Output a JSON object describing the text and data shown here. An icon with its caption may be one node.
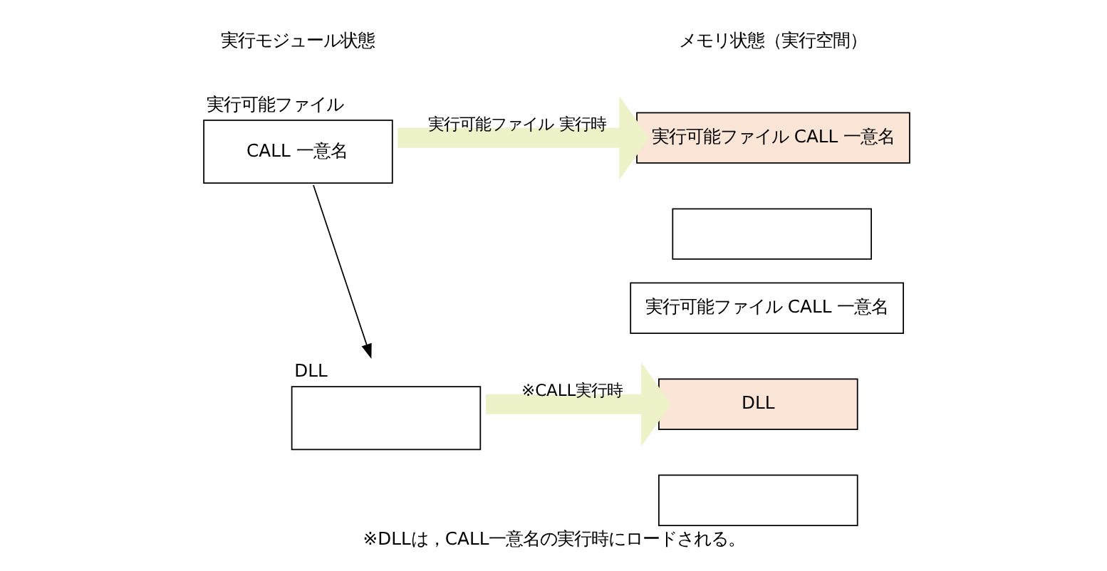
{
  "diagram": {
    "caption": "※DLLは，CALL一意名の実行時にロードされる。",
    "nodes": [
      {
        "text": [
          "実行可能ファイル",
          "CALL 一意名"
        ]
      },
      {
        "text": [
          "実行可能ファイル CALL 一意名"
        ]
      },
      {
        "text": [],
        "shape": "box"
      },
      {
        "text": [
          "DLL"
        ]
      },
      {
        "text": [
          "実行可能ファイル CALL 一意名"
        ]
      },
      {
        "text": [
          "DLL"
        ]
      },
      {
        "text": [],
        "shape": "box"
      }
    ],
    "edges": [
      {
        "from": 0,
        "to": 3,
        "arrow": "to",
        "color": "#000000"
      },
      {
        "from": 0,
        "to": 1,
        "arrow": "to",
        "label": "実行可能ファイル 実行時"
      },
      {
        "from": 3,
        "to": 5,
        "arrow": "to",
        "label": "※CALL実行時"
      }
    ],
    "labels": [
      "実行モジュール状態",
      "メモリ状態（実行空間）"
    ]
  }
}
